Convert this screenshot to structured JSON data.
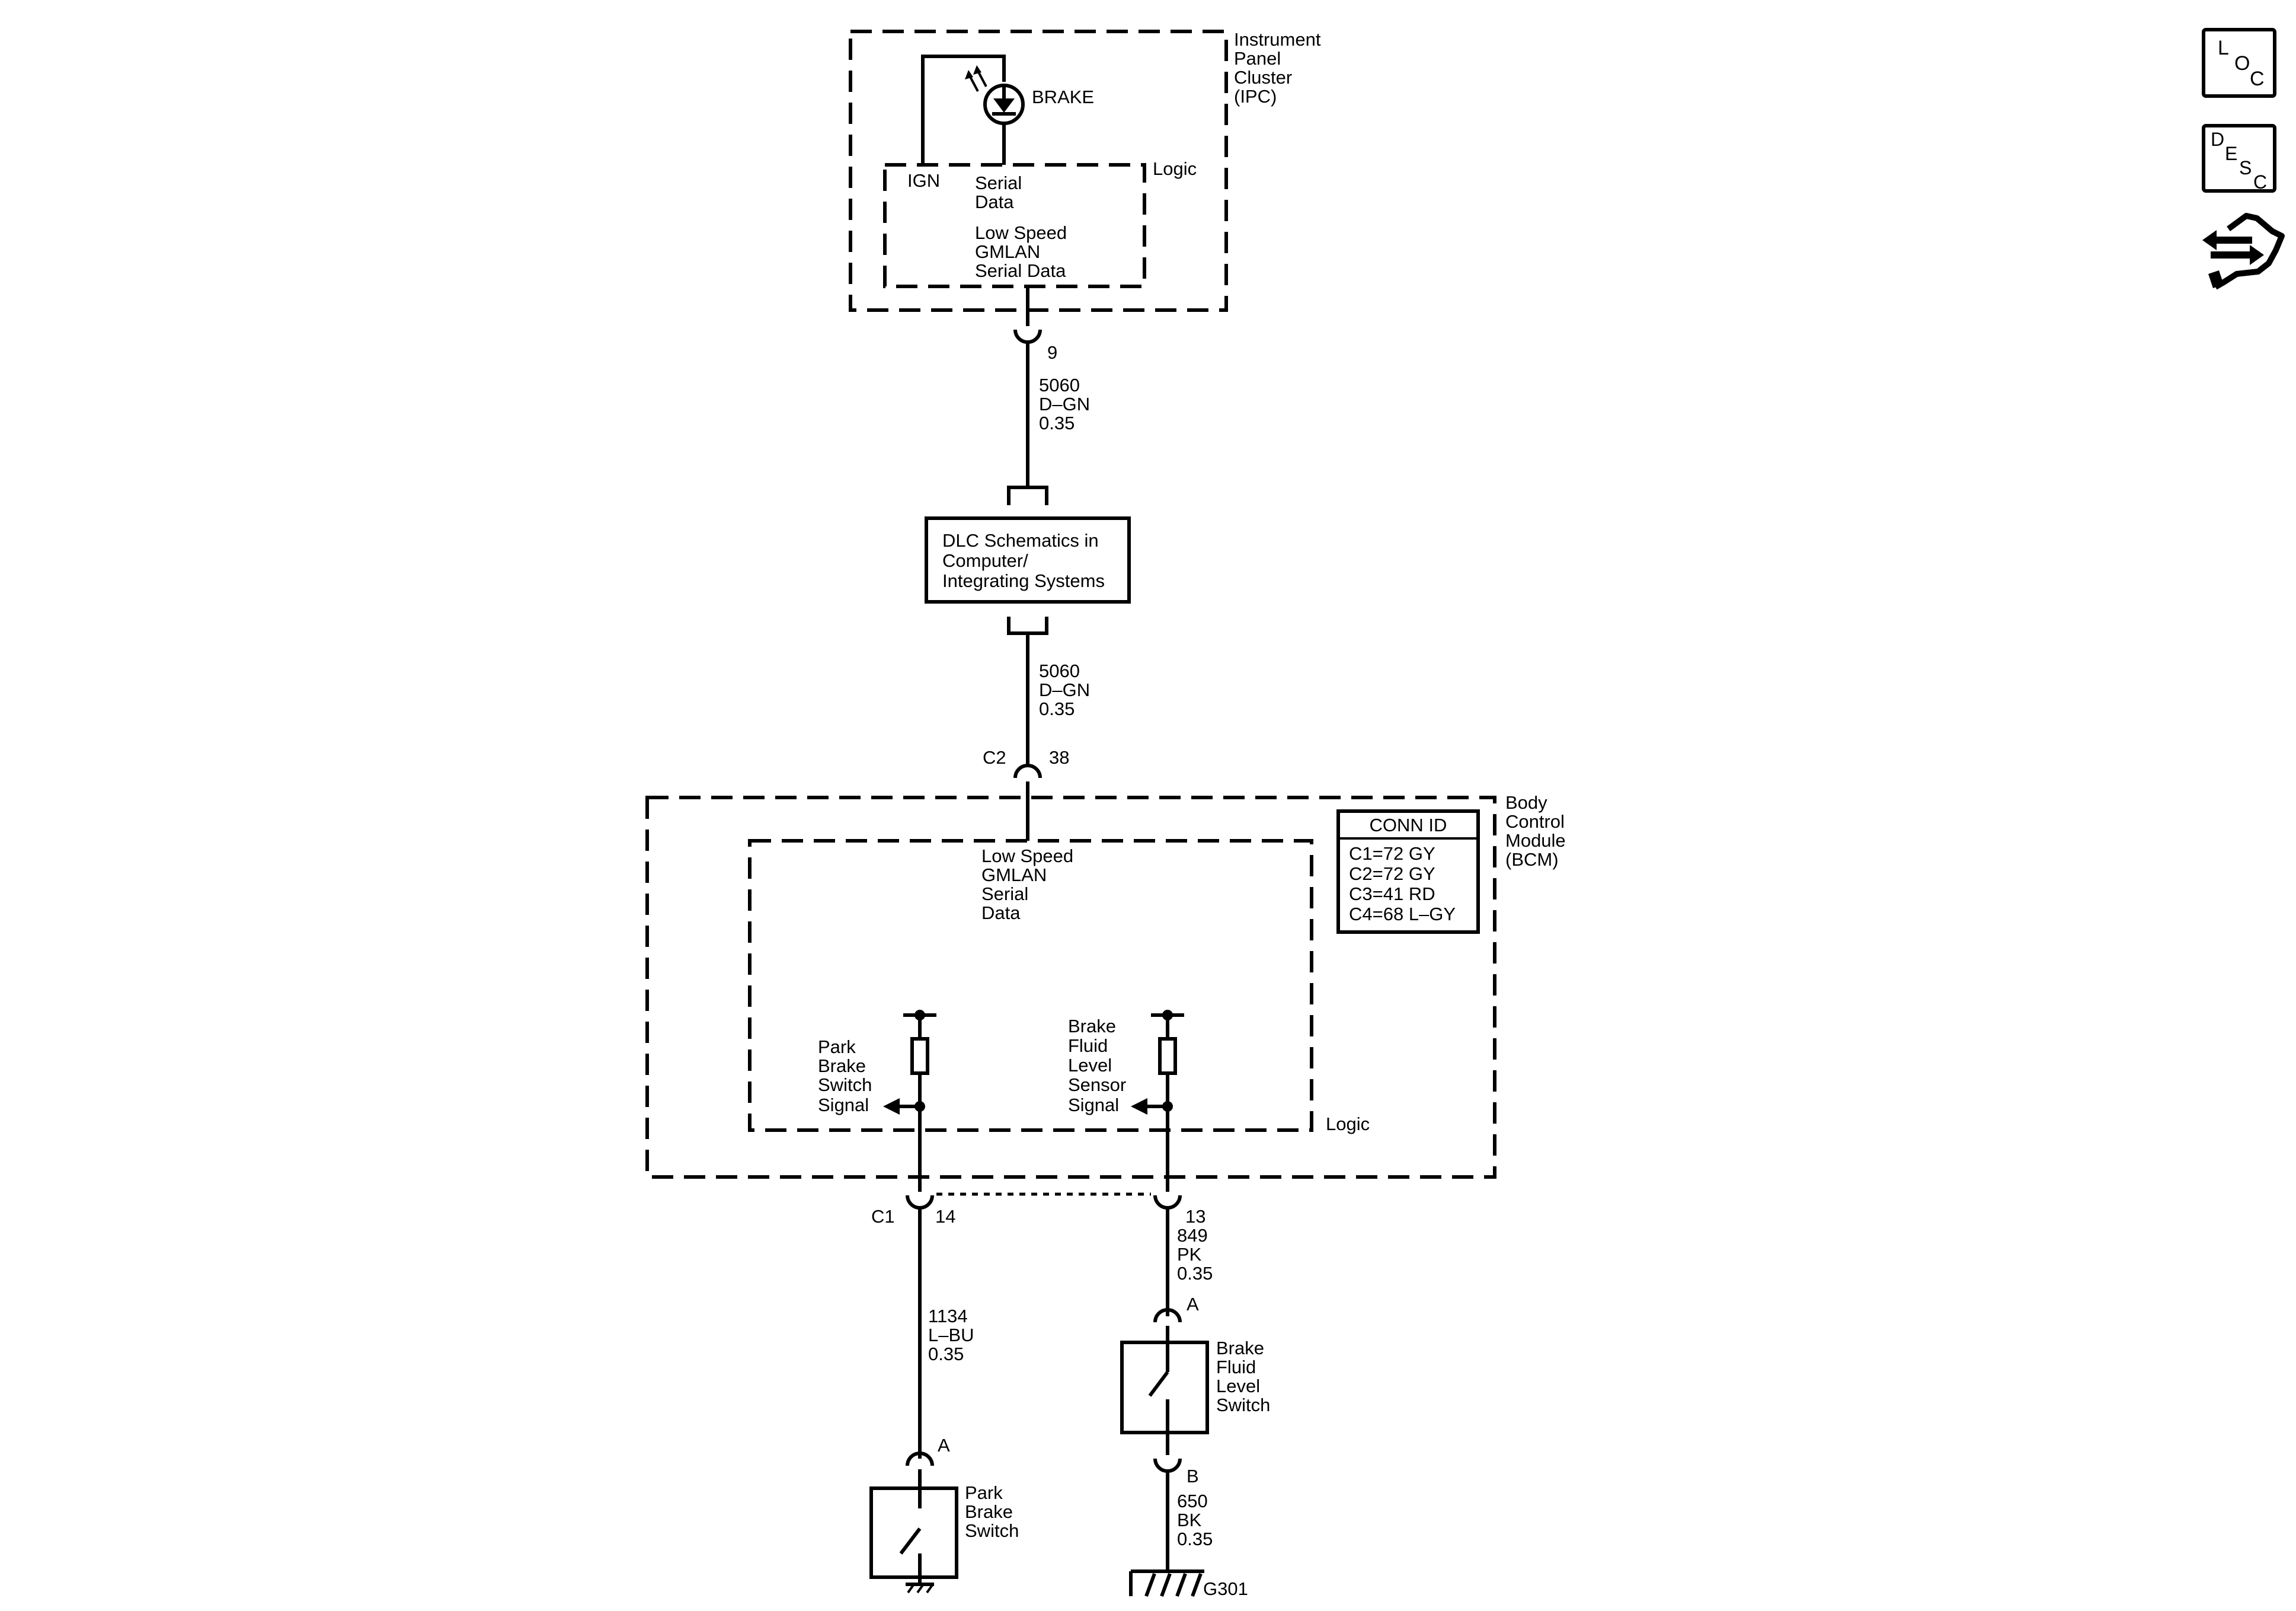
{
  "ipc": {
    "name": [
      "Instrument",
      "Panel",
      "Cluster",
      "(IPC)"
    ],
    "lamp": "BRAKE",
    "logic": "Logic",
    "ign": "IGN",
    "serial": [
      "Serial",
      "Data"
    ],
    "gmlan": [
      "Low Speed",
      "GMLAN",
      "Serial Data"
    ],
    "pin": "9"
  },
  "wire_ipc_dlc": {
    "circuit": "5060",
    "color": "D–GN",
    "gauge": "0.35"
  },
  "dlc": [
    "DLC Schematics in",
    "Computer/",
    "Integrating Systems"
  ],
  "wire_dlc_bcm": {
    "circuit": "5060",
    "color": "D–GN",
    "gauge": "0.35"
  },
  "bcm_top_conn": {
    "connector": "C2",
    "pin": "38"
  },
  "bcm": {
    "name": [
      "Body",
      "Control",
      "Module",
      "(BCM)"
    ],
    "gmlan": [
      "Low Speed",
      "GMLAN",
      "Serial",
      "Data"
    ],
    "logic": "Logic",
    "park_signal": [
      "Park",
      "Brake",
      "Switch",
      "Signal"
    ],
    "fluid_signal": [
      "Brake",
      "Fluid",
      "Level",
      "Sensor",
      "Signal"
    ],
    "conn_id_title": "CONN ID",
    "conn_ids": [
      "C1=72 GY",
      "C2=72 GY",
      "C3=41 RD",
      "C4=68 L–GY"
    ]
  },
  "bcm_bottom_conn": {
    "connector": "C1",
    "pin_left": "14",
    "pin_right": "13"
  },
  "wire_park": {
    "circuit": "1134",
    "color": "L–BU",
    "gauge": "0.35"
  },
  "wire_fluid": {
    "circuit": "849",
    "color": "PK",
    "gauge": "0.35"
  },
  "park_switch": {
    "pin": "A",
    "name": [
      "Park",
      "Brake",
      "Switch"
    ]
  },
  "fluid_switch": {
    "pin_top": "A",
    "pin_bottom": "B",
    "name": [
      "Brake",
      "Fluid",
      "Level",
      "Switch"
    ]
  },
  "wire_ground": {
    "circuit": "650",
    "color": "BK",
    "gauge": "0.35"
  },
  "ground": "G301",
  "side_icons": {
    "loc": [
      "L",
      "O",
      "C"
    ],
    "desc": [
      "D",
      "E",
      "S",
      "C"
    ],
    "third": "connector-arrows-icon"
  }
}
